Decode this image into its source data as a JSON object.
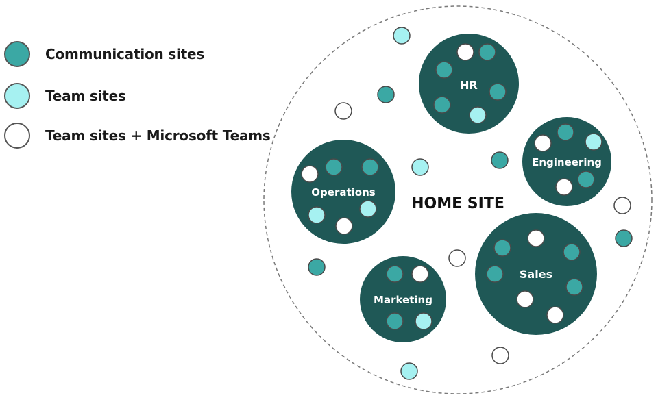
{
  "colors": {
    "communication": "#3ba8a4",
    "team": "#a6f1f1",
    "teams": "#ffffff",
    "hub": "#1f5856",
    "outline": "#4a4a4a"
  },
  "legend": [
    {
      "type": "communication",
      "label": "Communication sites"
    },
    {
      "type": "team",
      "label": "Team sites"
    },
    {
      "type": "teams",
      "label": "Team sites + Microsoft Teams"
    }
  ],
  "home_site": {
    "label": "HOME SITE"
  },
  "hubs": [
    {
      "name": "HR",
      "sites": [
        "teams",
        "communication",
        "communication",
        "communication",
        "communication",
        "team"
      ]
    },
    {
      "name": "Engineering",
      "sites": [
        "communication",
        "teams",
        "team",
        "teams",
        "communication"
      ]
    },
    {
      "name": "Operations",
      "sites": [
        "teams",
        "communication",
        "communication",
        "team",
        "team",
        "teams"
      ]
    },
    {
      "name": "Sales",
      "sites": [
        "teams",
        "communication",
        "communication",
        "communication",
        "communication",
        "teams",
        "teams"
      ]
    },
    {
      "name": "Marketing",
      "sites": [
        "communication",
        "teams",
        "communication",
        "team"
      ]
    }
  ],
  "loose_sites": [
    "team",
    "communication",
    "teams",
    "team",
    "communication",
    "teams",
    "communication",
    "communication",
    "teams",
    "team",
    "teams"
  ]
}
